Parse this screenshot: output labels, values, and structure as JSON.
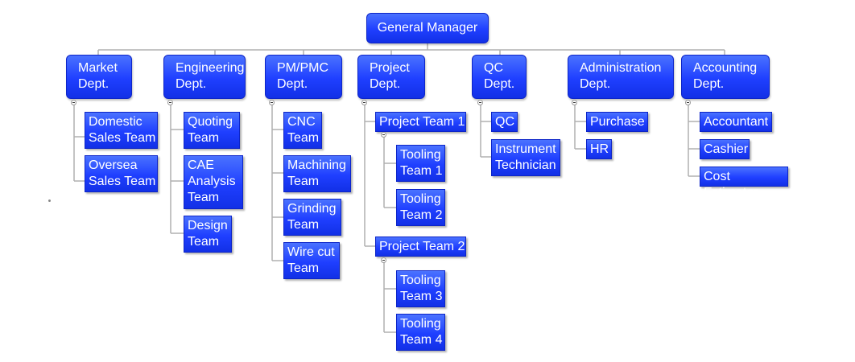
{
  "root": "General Manager",
  "departments": [
    {
      "label": "Market\nDept.",
      "children": [
        "Domestic\nSales Team",
        "Oversea\nSales Team"
      ]
    },
    {
      "label": "Engineering\nDept.",
      "children": [
        "Quoting\nTeam",
        "CAE\nAnalysis\nTeam",
        "Design\nTeam"
      ]
    },
    {
      "label": "PM/PMC\nDept.",
      "children": [
        "CNC\nTeam",
        "Machining\nTeam",
        "Grinding\nTeam",
        "Wire cut\nTeam"
      ]
    },
    {
      "label": "Project\nDept.",
      "children": [
        {
          "label": "Project Team 1",
          "children": [
            "Tooling\nTeam 1",
            "Tooling\nTeam 2"
          ]
        },
        {
          "label": "Project Team 2",
          "children": [
            "Tooling\nTeam 3",
            "Tooling\nTeam 4"
          ]
        }
      ]
    },
    {
      "label": "QC\nDept.",
      "children": [
        "QC",
        "Instrument\nTechnician"
      ]
    },
    {
      "label": "Administration\nDept.",
      "children": [
        "Purchase",
        "HR"
      ]
    },
    {
      "label": "Accounting\nDept.",
      "children": [
        "Accountant",
        "Cashier",
        "Cost Estimator"
      ]
    }
  ]
}
